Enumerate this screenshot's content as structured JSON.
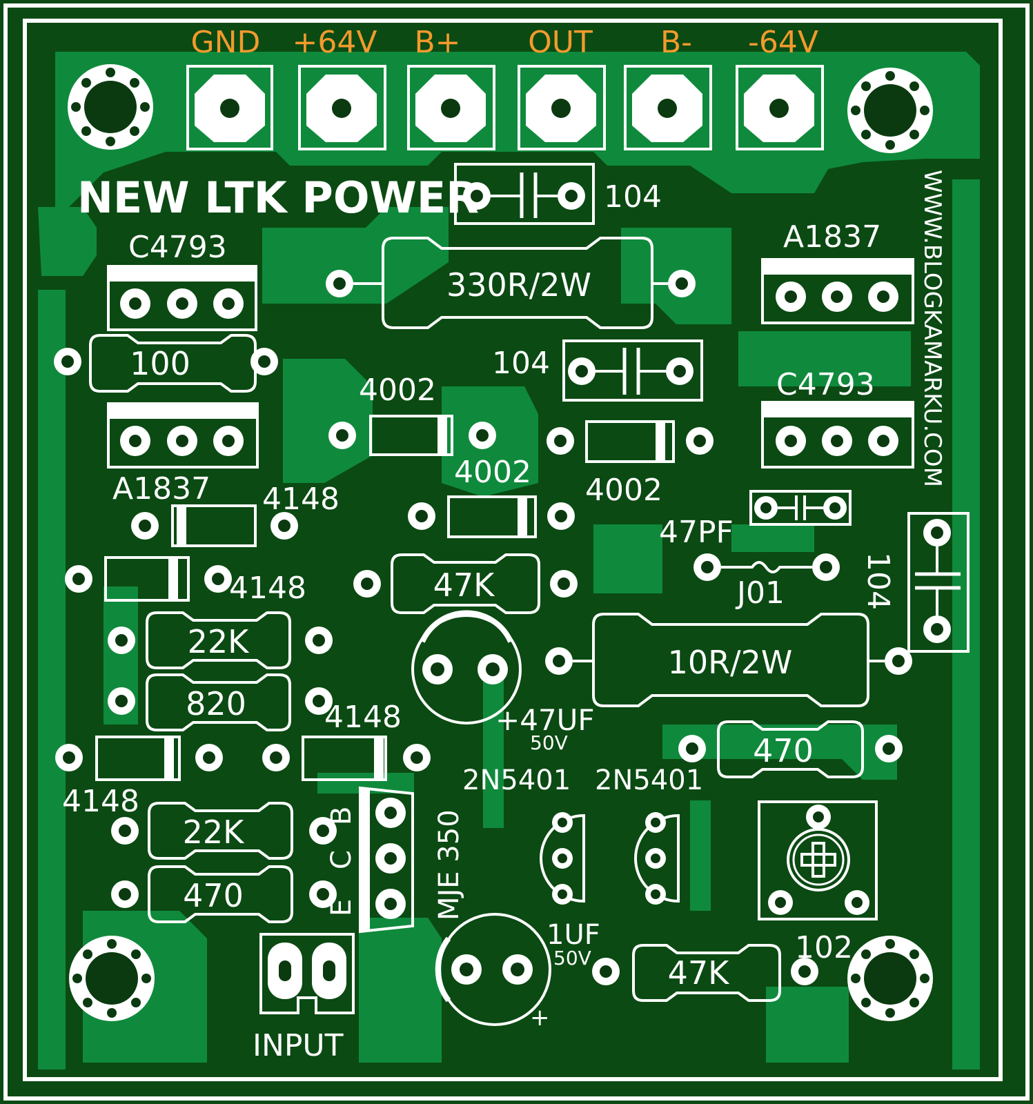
{
  "colors": {
    "board_dark": "#0b4a13",
    "copper": "#0f8a3c",
    "silk": "#ffffff",
    "terminal_label": "#f39a2d",
    "hole": "#0b3a10"
  },
  "title": "NEW LTK POWER",
  "website": "WWW.BLOGKAMARKU.COM",
  "terminals": [
    "GND",
    "+64V",
    "B+",
    "OUT",
    "B-",
    "-64V"
  ],
  "labels": {
    "cap_top": "104",
    "res_330": "330R/2W",
    "cap_mid": "104",
    "cap_right": "104",
    "c4793_left": "C4793",
    "c4793_right": "C4793",
    "a1837_left": "A1837",
    "a1837_right": "A1837",
    "res_100": "100",
    "diode_4002_a": "4002",
    "diode_4002_b": "4002",
    "diode_4002_c": "4002",
    "diode_4148_a": "4148",
    "diode_4148_b": "4148",
    "diode_4148_c": "4148",
    "diode_4148_d": "4148",
    "cap_47pf": "47PF",
    "jumper": "J01",
    "res_47k_mid": "47K",
    "res_22k_a": "22K",
    "res_820": "820",
    "res_22k_b": "22K",
    "res_470_left": "470",
    "res_10r": "10R/2W",
    "res_470_right": "470",
    "cap_47uf": "+47UF",
    "cap_47uf_volt": "50V",
    "tr_2n5401_a": "2N5401",
    "tr_2n5401_b": "2N5401",
    "mje": "MJE 350",
    "pin_e": "E",
    "pin_c": "C",
    "pin_b": "B",
    "cap_1uf": "1UF",
    "cap_1uf_volt": "50V",
    "cap_1uf_plus": "+",
    "res_47k_bottom": "47K",
    "cap_102": "102",
    "input": "INPUT"
  }
}
